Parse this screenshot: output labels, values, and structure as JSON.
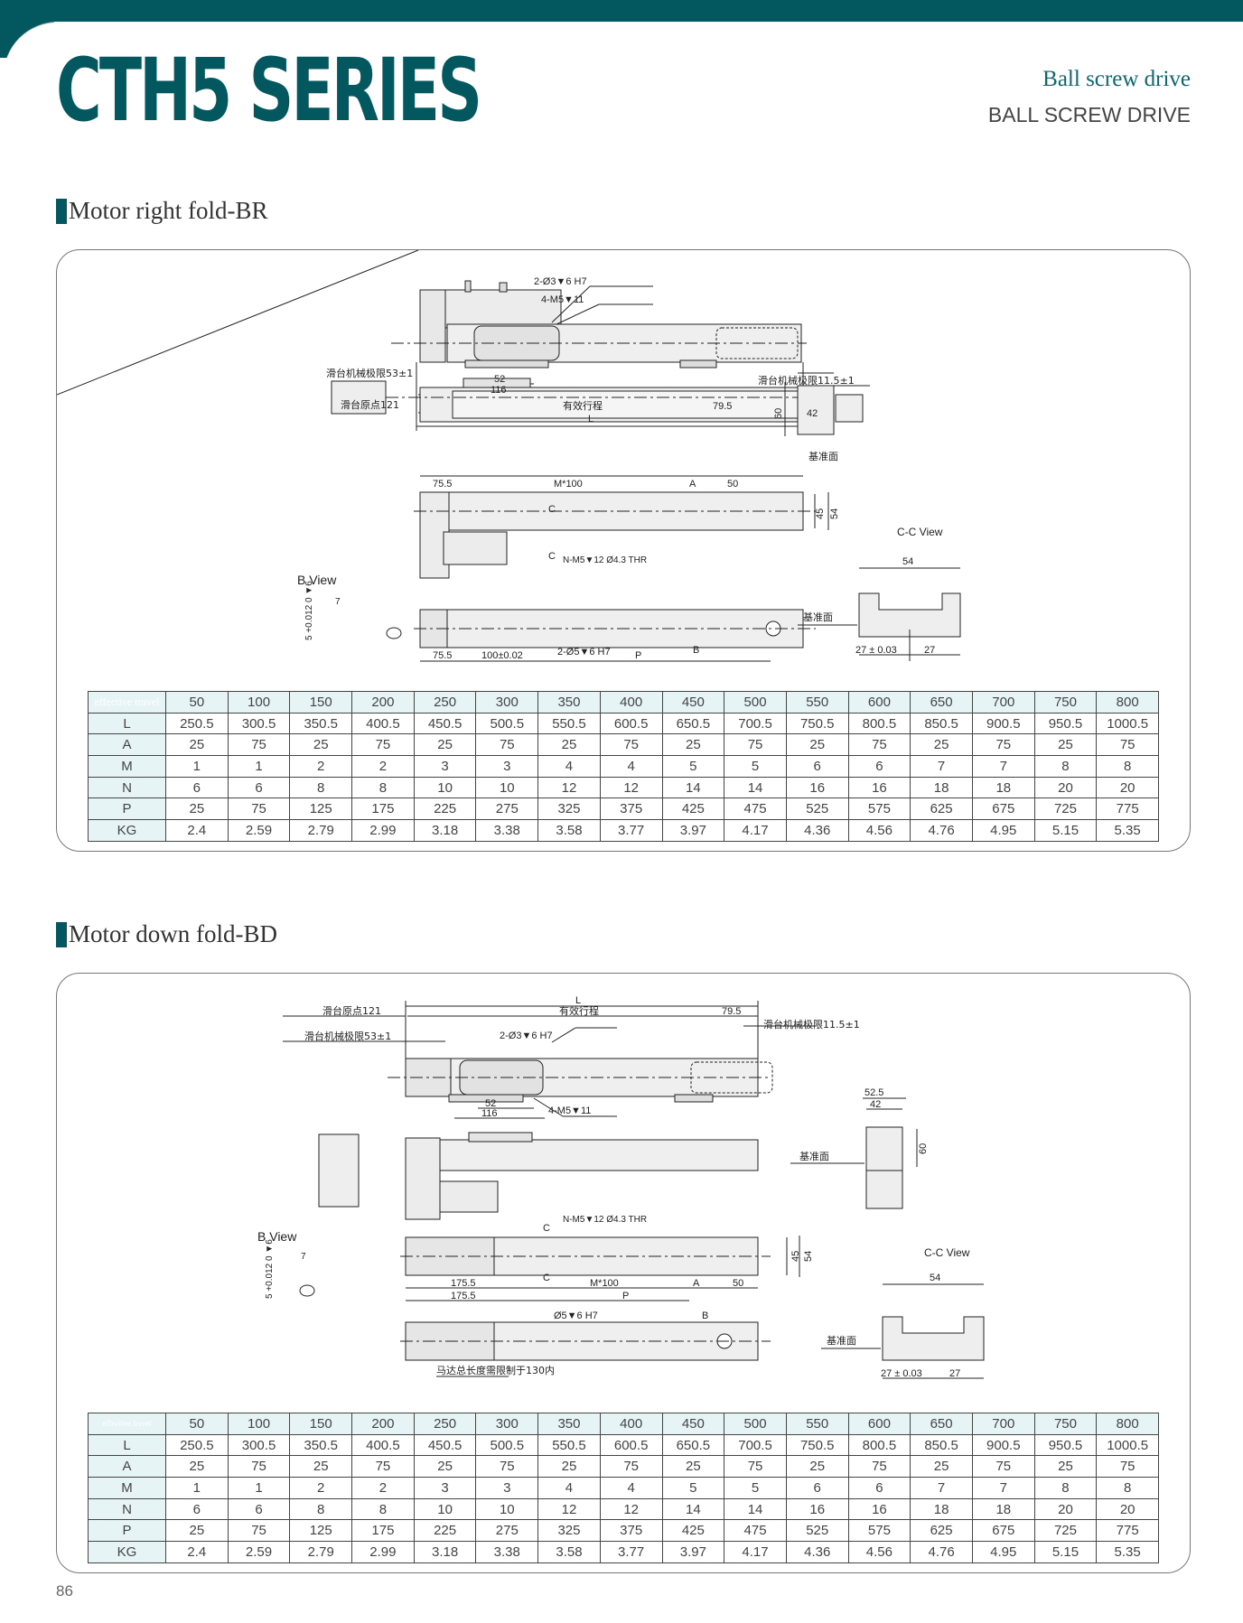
{
  "header": {
    "series_title": "CTH5 SERIES",
    "subtitle": "Ball screw drive",
    "subtitle_caps": "BALL SCREW DRIVE",
    "brand_color": "#03575f"
  },
  "sections": [
    {
      "heading": "Motor right fold-BR",
      "drawing": {
        "labels": {
          "pin_holes": "2-Ø3▼6 H7",
          "tapped_holes": "4-M5▼11",
          "mech_limit_left": "滑台机械极限53±1",
          "mech_limit_right": "滑台机械极限11.5±1",
          "origin": "滑台原点121",
          "effective_stroke": "有效行程",
          "dim_52": "52",
          "dim_116": "116",
          "dim_79_5": "79.5",
          "dim_L": "L",
          "dim_42": "42",
          "dim_60": "60",
          "datum": "基准面",
          "dim_75_5": "75.5",
          "dim_M100": "M*100",
          "dim_A": "A",
          "dim_50": "50",
          "section_c": "C",
          "mount_holes": "N-M5▼12 Ø4.3 THR",
          "dim_45": "45",
          "dim_54": "54",
          "cc_view": "C-C View",
          "cc_width": "54",
          "cc_left": "27 ± 0.03",
          "cc_right": "27",
          "cc_datum": "基准面",
          "b_view": "B View",
          "b_dim_7": "7",
          "b_tol": "5 +0.012 0 ▼6",
          "dim_75_5_b": "75.5",
          "dim_100": "100±0.02",
          "dowel_holes": "2-Ø5▼6 H7",
          "dim_P": "P",
          "b_mark": "B"
        }
      },
      "table": {
        "corner_label": "effective travel",
        "travel": [
          "50",
          "100",
          "150",
          "200",
          "250",
          "300",
          "350",
          "400",
          "450",
          "500",
          "550",
          "600",
          "650",
          "700",
          "750",
          "800"
        ],
        "rows": [
          {
            "label": "L",
            "values": [
              "250.5",
              "300.5",
              "350.5",
              "400.5",
              "450.5",
              "500.5",
              "550.5",
              "600.5",
              "650.5",
              "700.5",
              "750.5",
              "800.5",
              "850.5",
              "900.5",
              "950.5",
              "1000.5"
            ]
          },
          {
            "label": "A",
            "values": [
              "25",
              "75",
              "25",
              "75",
              "25",
              "75",
              "25",
              "75",
              "25",
              "75",
              "25",
              "75",
              "25",
              "75",
              "25",
              "75"
            ]
          },
          {
            "label": "M",
            "values": [
              "1",
              "1",
              "2",
              "2",
              "3",
              "3",
              "4",
              "4",
              "5",
              "5",
              "6",
              "6",
              "7",
              "7",
              "8",
              "8"
            ]
          },
          {
            "label": "N",
            "values": [
              "6",
              "6",
              "8",
              "8",
              "10",
              "10",
              "12",
              "12",
              "14",
              "14",
              "16",
              "16",
              "18",
              "18",
              "20",
              "20"
            ]
          },
          {
            "label": "P",
            "values": [
              "25",
              "75",
              "125",
              "175",
              "225",
              "275",
              "325",
              "375",
              "425",
              "475",
              "525",
              "575",
              "625",
              "675",
              "725",
              "775"
            ]
          },
          {
            "label": "KG",
            "values": [
              "2.4",
              "2.59",
              "2.79",
              "2.99",
              "3.18",
              "3.38",
              "3.58",
              "3.77",
              "3.97",
              "4.17",
              "4.36",
              "4.56",
              "4.76",
              "4.95",
              "5.15",
              "5.35"
            ]
          }
        ]
      }
    },
    {
      "heading": "Motor down fold-BD",
      "drawing": {
        "labels": {
          "dim_L": "L",
          "origin": "滑台原点121",
          "effective_stroke": "有效行程",
          "dim_79_5": "79.5",
          "mech_limit_right": "滑台机械极限11.5±1",
          "pin_holes": "2-Ø3▼6 H7",
          "mech_limit_left": "滑台机械极限53±1",
          "dim_52": "52",
          "dim_116": "116",
          "tapped_holes": "4-M5▼11",
          "dim_52_5": "52.5",
          "dim_42": "42",
          "dim_60": "60",
          "datum": "基准面",
          "mount_holes": "N-M5▼12 Ø4.3 THR",
          "section_c": "C",
          "dim_45": "45",
          "dim_54": "54",
          "b_view": "B View",
          "b_dim_7": "7",
          "b_tol": "5 +0.012 0 ▼6",
          "dim_175_5": "175.5",
          "dim_M100": "M*100",
          "dim_A": "A",
          "dim_50": "50",
          "dim_P": "P",
          "dowel_hole": "Ø5▼6 H7",
          "b_mark": "B",
          "motor_limit": "马达总长度需限制于130内",
          "cc_view": "C-C View",
          "cc_width": "54",
          "cc_left": "27 ± 0.03",
          "cc_right": "27",
          "cc_datum": "基准面"
        }
      },
      "table": {
        "corner_label": "effective travel",
        "travel": [
          "50",
          "100",
          "150",
          "200",
          "250",
          "300",
          "350",
          "400",
          "450",
          "500",
          "550",
          "600",
          "650",
          "700",
          "750",
          "800"
        ],
        "rows": [
          {
            "label": "L",
            "values": [
              "250.5",
              "300.5",
              "350.5",
              "400.5",
              "450.5",
              "500.5",
              "550.5",
              "600.5",
              "650.5",
              "700.5",
              "750.5",
              "800.5",
              "850.5",
              "900.5",
              "950.5",
              "1000.5"
            ]
          },
          {
            "label": "A",
            "values": [
              "25",
              "75",
              "25",
              "75",
              "25",
              "75",
              "25",
              "75",
              "25",
              "75",
              "25",
              "75",
              "25",
              "75",
              "25",
              "75"
            ]
          },
          {
            "label": "M",
            "values": [
              "1",
              "1",
              "2",
              "2",
              "3",
              "3",
              "4",
              "4",
              "5",
              "5",
              "6",
              "6",
              "7",
              "7",
              "8",
              "8"
            ]
          },
          {
            "label": "N",
            "values": [
              "6",
              "6",
              "8",
              "8",
              "10",
              "10",
              "12",
              "12",
              "14",
              "14",
              "16",
              "16",
              "18",
              "18",
              "20",
              "20"
            ]
          },
          {
            "label": "P",
            "values": [
              "25",
              "75",
              "125",
              "175",
              "225",
              "275",
              "325",
              "375",
              "425",
              "475",
              "525",
              "575",
              "625",
              "675",
              "725",
              "775"
            ]
          },
          {
            "label": "KG",
            "values": [
              "2.4",
              "2.59",
              "2.79",
              "2.99",
              "3.18",
              "3.38",
              "3.58",
              "3.77",
              "3.97",
              "4.17",
              "4.36",
              "4.56",
              "4.76",
              "4.95",
              "5.15",
              "5.35"
            ]
          }
        ]
      }
    }
  ],
  "footer": {
    "page_number": "86"
  }
}
